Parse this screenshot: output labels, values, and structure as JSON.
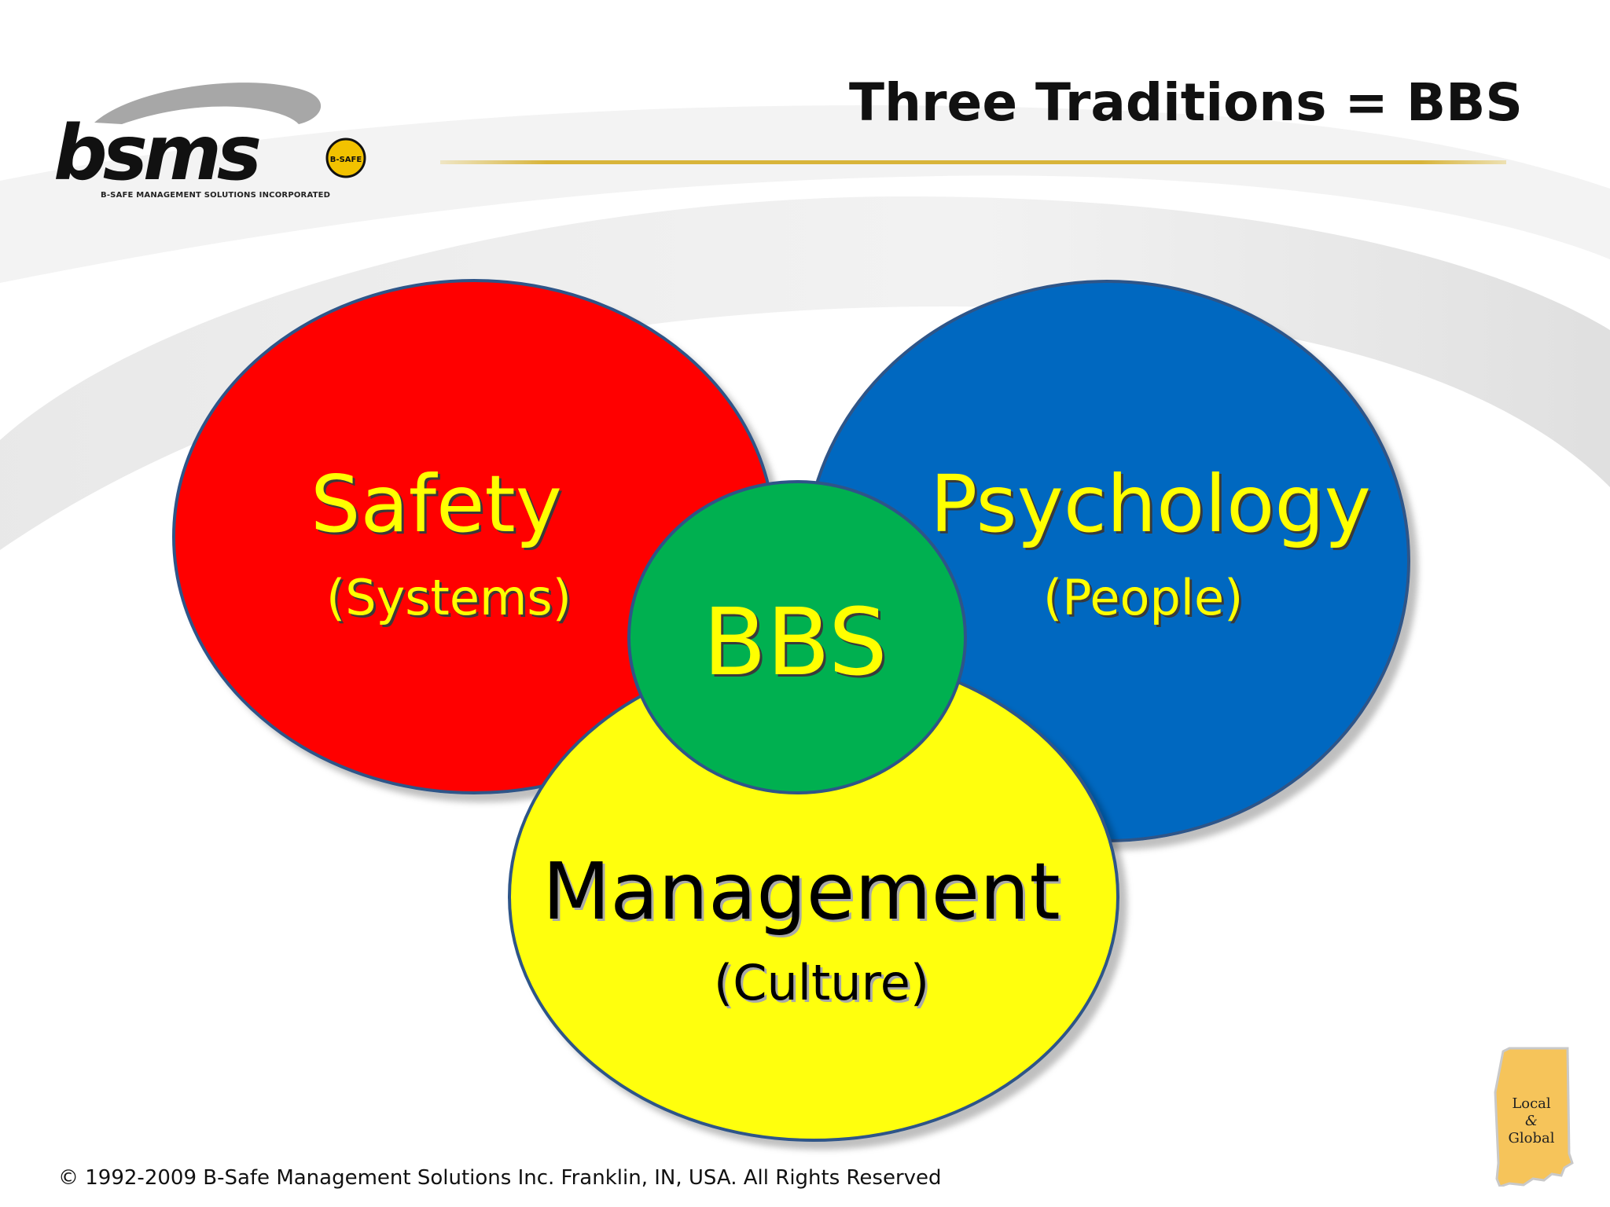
{
  "slide": {
    "title": "Three Traditions = BBS",
    "logo": {
      "wordmark": "bsms",
      "badge_text": "B-SAFE",
      "tagline": "B-SAFE MANAGEMENT SOLUTIONS INCORPORATED"
    },
    "footer": "© 1992-2009 B-Safe Management Solutions Inc.  Franklin, IN, USA. All Rights Reserved",
    "corner_badge": {
      "line1": "Local",
      "line2": "&",
      "line3": "Global"
    }
  },
  "diagram": {
    "circles": [
      {
        "id": "safety",
        "label": "Safety",
        "sublabel": "(Systems)",
        "color": "#ff0000"
      },
      {
        "id": "psychology",
        "label": "Psychology",
        "sublabel": "(People)",
        "color": "#0468c0"
      },
      {
        "id": "management",
        "label": "Management",
        "sublabel": "(Culture)",
        "color": "#ffff0a"
      },
      {
        "id": "bbs",
        "label": "BBS",
        "color": "#00b050"
      }
    ],
    "text_colors": {
      "on_dark": "#ffff00",
      "on_light": "#000000"
    },
    "outline_color": "#2f5488"
  }
}
